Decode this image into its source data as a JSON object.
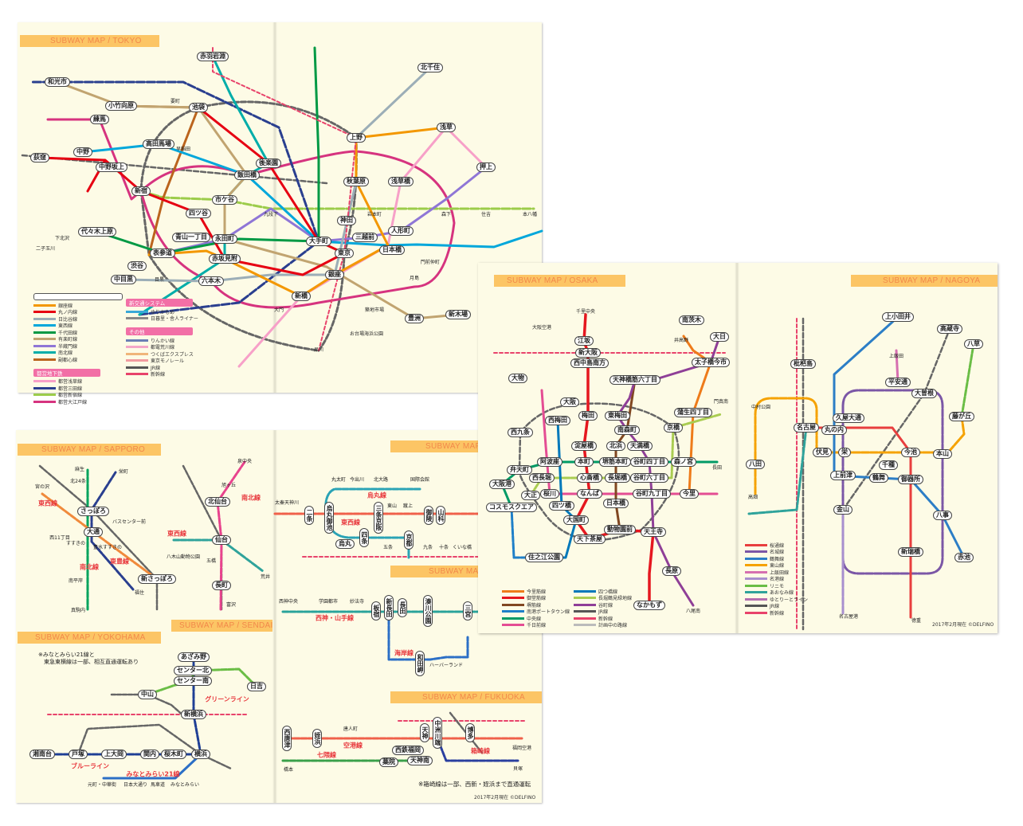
{
  "footer": {
    "date_credit": "2017年2月現在 ©DELFINO"
  },
  "tokyo": {
    "header": "SUBWAY MAP / TOKYO",
    "legend": {
      "metro": [
        {
          "label": "銀座線",
          "color": "#f39700"
        },
        {
          "label": "丸ノ内線",
          "color": "#e60012"
        },
        {
          "label": "日比谷線",
          "color": "#9caeb7"
        },
        {
          "label": "東西線",
          "color": "#00a7db"
        },
        {
          "label": "千代田線",
          "color": "#009944"
        },
        {
          "label": "有楽町線",
          "color": "#c1a470"
        },
        {
          "label": "半蔵門線",
          "color": "#8f76d6"
        },
        {
          "label": "南北線",
          "color": "#00ada9"
        },
        {
          "label": "副都心線",
          "color": "#bb641d"
        }
      ],
      "toei_title": "都営地下鉄",
      "toei": [
        {
          "label": "都営浅草線",
          "color": "#f7a0c8"
        },
        {
          "label": "都営三田線",
          "color": "#2a3f8f"
        },
        {
          "label": "都営新宿線",
          "color": "#9ccc4a"
        },
        {
          "label": "都営大江戸線",
          "color": "#d6337f"
        }
      ],
      "newtransit_title": "新交通システム",
      "newtransit": [
        {
          "label": "ゆりかもめ",
          "color": "#3aa8d8"
        },
        {
          "label": "日暮里・舎人ライナー",
          "color": "#888888"
        }
      ],
      "other_title": "その他",
      "other": [
        {
          "label": "りんかい線",
          "color": "#6b7fb5"
        },
        {
          "label": "都電荒川線",
          "color": "#f4a6c8"
        },
        {
          "label": "つくばエクスプレス",
          "color": "#f0b57a"
        },
        {
          "label": "東京モノレール",
          "color": "#f29ba0"
        },
        {
          "label": "JR線",
          "color": "#555555"
        },
        {
          "label": "新幹線",
          "color": "#e8436b"
        }
      ]
    },
    "stations": [
      "池袋",
      "新宿",
      "渋谷",
      "上野",
      "東京",
      "大手町",
      "秋葉原",
      "中野",
      "荻窪",
      "練馬",
      "和光市",
      "赤羽岩淵",
      "飯田橋",
      "市ケ谷",
      "四ツ谷",
      "永田町",
      "赤坂見附",
      "表参道",
      "青山一丁目",
      "六本木",
      "中目黒",
      "後楽園",
      "高田馬場",
      "中野坂上",
      "小竹向原",
      "日本橋",
      "人形町",
      "三越前",
      "神田",
      "浅草橋",
      "代々木上原",
      "銀座",
      "新橋",
      "押上",
      "北千住",
      "浅草",
      "豊洲",
      "新木場",
      "品川",
      "目黒",
      "二子玉川",
      "下北沢",
      "九段下",
      "岩本町",
      "森下",
      "住吉",
      "本八幡",
      "門前仲町",
      "月島",
      "大門",
      "早稲田",
      "要町",
      "築地市場",
      "お台場海浜公園"
    ]
  },
  "osaka": {
    "header": "SUBWAY MAP / OSAKA",
    "legend": [
      {
        "label": "今里筋線",
        "color": "#ee7b1a"
      },
      {
        "label": "御堂筋線",
        "color": "#e5171f"
      },
      {
        "label": "堺筋線",
        "color": "#814721"
      },
      {
        "label": "南港ポートタウン線",
        "color": "#1e7fc8"
      },
      {
        "label": "中央線",
        "color": "#019a66"
      },
      {
        "label": "千日前線",
        "color": "#e44d93"
      },
      {
        "label": "四つ橋線",
        "color": "#0078ba"
      },
      {
        "label": "長堀鶴見緑地線",
        "color": "#a9cc51"
      },
      {
        "label": "谷町線",
        "color": "#8f3f97"
      },
      {
        "label": "JR線",
        "color": "#555555"
      },
      {
        "label": "新幹線",
        "color": "#e8436b"
      },
      {
        "label": "計画中の路線",
        "color": "#bbbbbb"
      }
    ],
    "stations": [
      "江坂",
      "新大阪",
      "西中島南方",
      "梅田",
      "西梅田",
      "東梅田",
      "大阪",
      "淀屋橋",
      "本町",
      "心斎橋",
      "なんば",
      "四ツ橋",
      "大国町",
      "天下茶屋",
      "動物園前",
      "天王寺",
      "なかもず",
      "大日",
      "太子橋今市",
      "天神橋筋六丁目",
      "南森町",
      "北浜",
      "天満橋",
      "堺筋本町",
      "谷町四丁目",
      "長堀橋",
      "谷町六丁目",
      "谷町九丁目",
      "日本橋",
      "森ノ宮",
      "京橋",
      "蒲生四丁目",
      "今里",
      "南茨木",
      "阿波座",
      "西長堀",
      "桜川",
      "西九条",
      "大物",
      "弁天町",
      "大阪港",
      "大正",
      "コスモスクエア",
      "住之江公園",
      "長原",
      "千里中央",
      "大阪空港",
      "門真南",
      "長田",
      "八尾南",
      "井高野"
    ]
  },
  "nagoya": {
    "header": "SUBWAY MAP / NAGOYA",
    "legend": [
      {
        "label": "桜通線",
        "color": "#e83e3e"
      },
      {
        "label": "名城線",
        "color": "#7b57a6"
      },
      {
        "label": "鶴舞線",
        "color": "#2c7ec6"
      },
      {
        "label": "東山線",
        "color": "#f5a200"
      },
      {
        "label": "上飯田線",
        "color": "#d66fb0"
      },
      {
        "label": "名港線",
        "color": "#a88fce"
      },
      {
        "label": "リニモ",
        "color": "#6abd45"
      },
      {
        "label": "あおなみ線",
        "color": "#2fa39b"
      },
      {
        "label": "ゆとりーとライン",
        "color": "#b46eb0"
      },
      {
        "label": "JR線",
        "color": "#555555"
      },
      {
        "label": "新幹線",
        "color": "#e8436b"
      }
    ],
    "stations": [
      "上小田井",
      "名古屋",
      "栄",
      "伏見",
      "今池",
      "金山",
      "八事",
      "本山",
      "藤が丘",
      "大曽根",
      "八田",
      "高畑",
      "上前津",
      "鶴舞",
      "御器所",
      "丸の内",
      "久屋大通",
      "平安通",
      "千種",
      "八草",
      "高蔵寺",
      "枇杷島",
      "新瑞橋",
      "赤池",
      "徳重",
      "名古屋港",
      "上飯田",
      "中村公園"
    ]
  },
  "sapporo": {
    "header": "SUBWAY MAP / SAPPORO",
    "stations": [
      "さっぽろ",
      "大通",
      "新さっぽろ",
      "麻生",
      "真駒内",
      "栄町",
      "福住",
      "宮の沢",
      "すすきの",
      "豊水すすきの",
      "西11丁目",
      "南平岸",
      "北24条",
      "バスセンター前"
    ],
    "line_labels": [
      "東西線",
      "東豊線",
      "南北線"
    ]
  },
  "sendai": {
    "header": "SUBWAY MAP / SENDAI",
    "stations": [
      "泉中央",
      "北仙台",
      "仙台",
      "長町",
      "富沢",
      "八木山動物公園",
      "荒井",
      "旭ヶ丘",
      "五橋"
    ],
    "line_labels": [
      "東西線",
      "南北線"
    ]
  },
  "yokohama": {
    "header": "SUBWAY MAP / YOKOHAMA",
    "note": [
      "※みなとみらい21線と",
      "　東急東横線は一部、相互直通運転あり"
    ],
    "stations": [
      "あざみ野",
      "センター北",
      "センター南",
      "中山",
      "日吉",
      "新横浜",
      "横浜",
      "湘南台",
      "戸塚",
      "上大岡",
      "関内",
      "桜木町",
      "元町・中華街",
      "日本大通り",
      "馬車道",
      "みなとみらい"
    ],
    "line_labels": [
      "グリーンライン",
      "ブルーライン",
      "みなとみらい21線"
    ]
  },
  "kyoto": {
    "header": "SUBWAY MAP",
    "stations": [
      "京都",
      "四条",
      "烏丸御池",
      "三条京阪",
      "二条",
      "山科",
      "御陵",
      "烏丸",
      "国際会館",
      "北大路",
      "今出川",
      "丸太町",
      "太秦天神川",
      "五条",
      "九条",
      "十条",
      "くいな橋",
      "東山",
      "蹴上"
    ],
    "line_labels": [
      "烏丸線",
      "東西線"
    ]
  },
  "kobe": {
    "header": "SUBWAY MA",
    "stations": [
      "三宮",
      "新長田",
      "長田",
      "板宿",
      "湊川公園",
      "和田岬",
      "西神中央",
      "学園都市",
      "妙法寺",
      "ハーバーランド"
    ],
    "line_labels": [
      "西神・山手線",
      "海岸線"
    ]
  },
  "fukuoka": {
    "header": "SUBWAY MAP / FUKUOKA",
    "note": "※箱崎線は一部、西新・姪浜まで直通運転",
    "stations": [
      "姪浜",
      "西唐津",
      "天神",
      "中洲川端",
      "博多",
      "福岡空港",
      "天神南",
      "西鉄福岡",
      "薬院",
      "橋本",
      "貝塚",
      "唐人町"
    ],
    "line_labels": [
      "空港線",
      "七隈線",
      "箱崎線"
    ]
  }
}
